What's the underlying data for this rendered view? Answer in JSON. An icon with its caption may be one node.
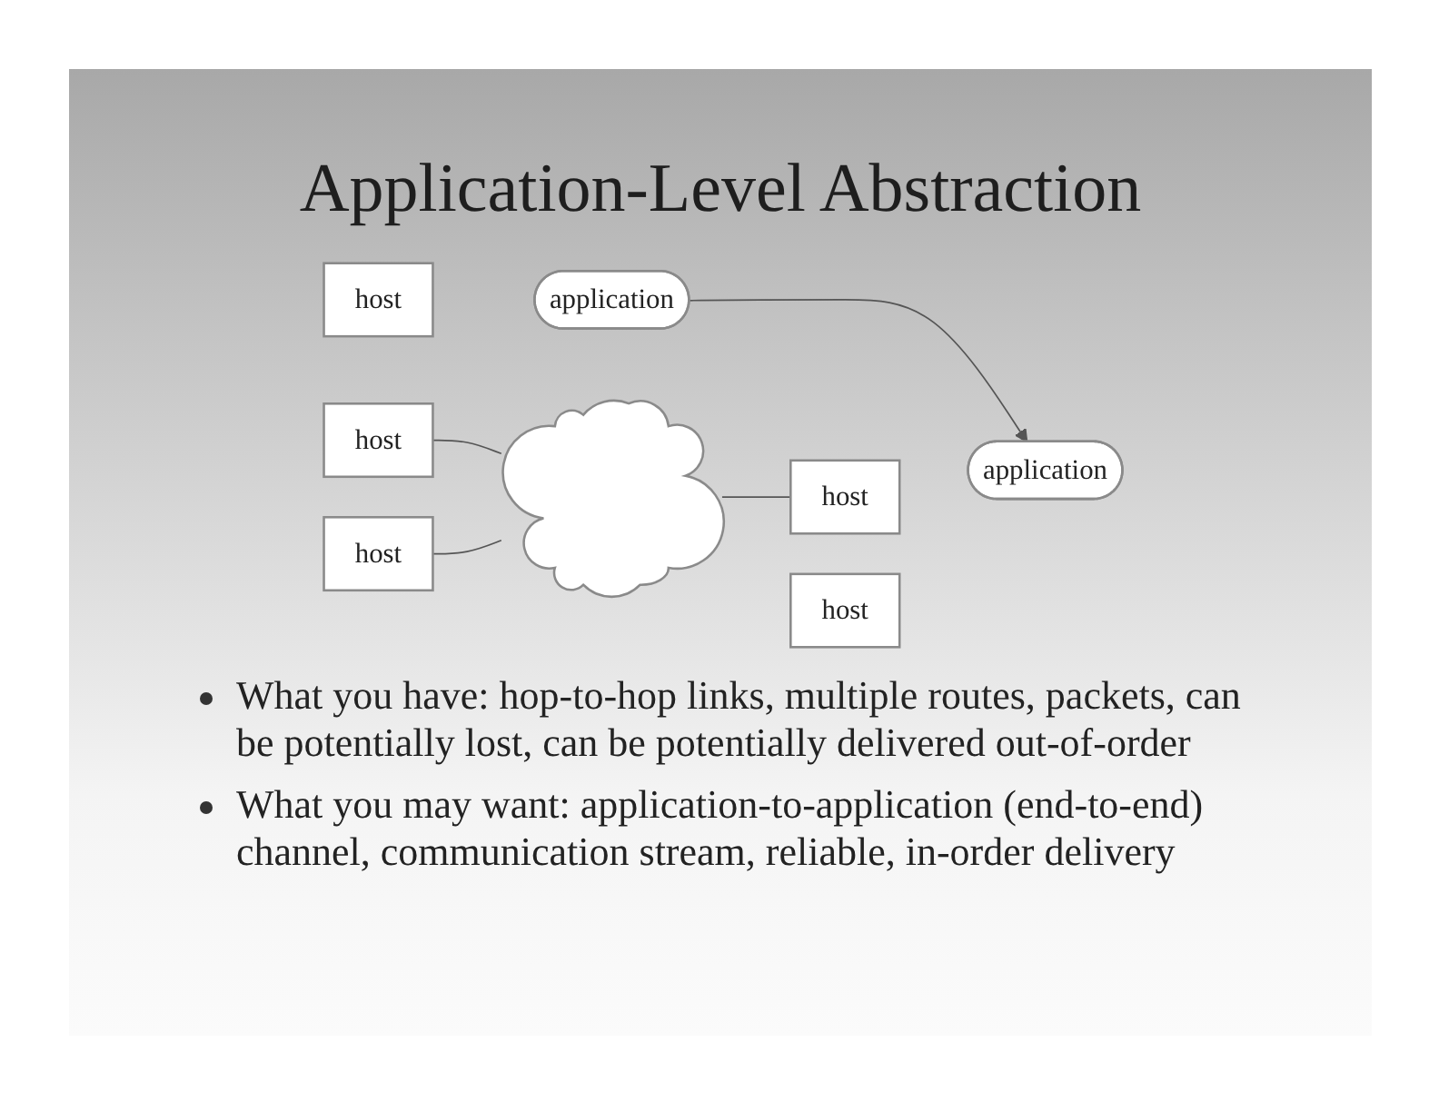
{
  "diagram": {
    "title": "Application-Level Abstraction",
    "nodes": [
      {
        "text": [
          "host"
        ]
      },
      {
        "text": [],
        "shape": "cloud"
      },
      {
        "text": [
          "host"
        ]
      },
      {
        "text": [
          "application"
        ]
      },
      {
        "text": [
          "host"
        ]
      },
      {
        "text": [
          "application"
        ]
      },
      {
        "text": [
          "host"
        ]
      },
      {
        "text": [
          "host"
        ]
      }
    ],
    "edges": [
      {
        "from": 0,
        "to": 1,
        "arrow": "none"
      },
      {
        "from": 5,
        "to": 3,
        "arrow": "to"
      },
      {
        "from": 6,
        "to": 1,
        "arrow": "none"
      },
      {
        "from": 1,
        "to": 7,
        "arrow": "none"
      }
    ],
    "labels": [
      "What you have: hop-to-hop links, multiple routes, packets, can be potentially lost, can be potentially delivered out-of-order",
      "What you may want: application-to-application (end-to-end) channel, communication stream, reliable, in-order delivery"
    ]
  }
}
